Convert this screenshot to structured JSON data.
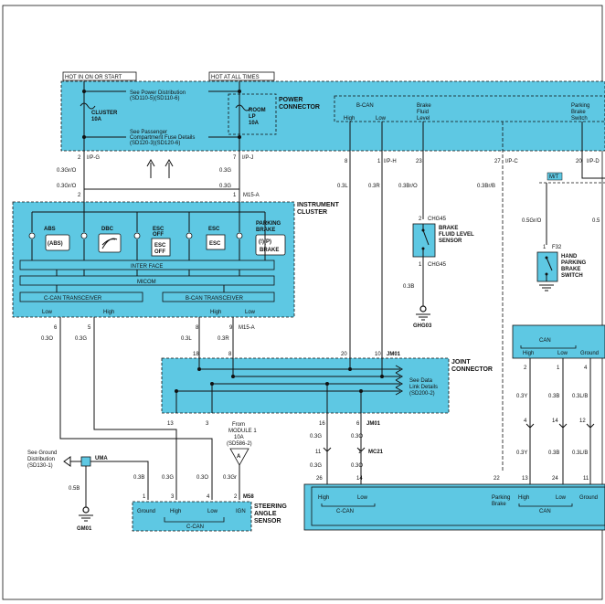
{
  "top_labels": {
    "hot_in_on_start": "HOT IN ON OR START",
    "hot_at_all_times": "HOT AT ALL TIMES"
  },
  "power_connector": {
    "title_line1": "POWER",
    "title_line2": "CONNECTOR",
    "cluster_fuse_line1": "CLUSTER",
    "cluster_fuse_line2": "10A",
    "room_lp_line1": "ROOM",
    "room_lp_line2": "LP",
    "room_lp_line3": "10A",
    "see_power_line1": "See Power Distribution",
    "see_power_line2": "(SD110-5)(SD110-6)",
    "see_pass_line1": "See Passenger",
    "see_pass_line2": "Compartment Fuse Details",
    "see_pass_line3": "(SD120-3)(SD120-6)",
    "bcan_label": "B-CAN",
    "high": "High",
    "low": "Low",
    "brake_fluid_line1": "Brake",
    "brake_fluid_line2": "Fluid",
    "brake_fluid_line3": "Level",
    "parking_line1": "Parking",
    "parking_line2": "Brake",
    "parking_line3": "Switch"
  },
  "pins": {
    "p2": "2",
    "ipg": "I/P-G",
    "p7": "7",
    "ipj": "I/P-J",
    "p8": "8",
    "p1": "1",
    "iph": "I/P-H",
    "p23": "23",
    "p27": "27",
    "ipc": "I/P-C",
    "p20": "20",
    "ipd": "I/P-D",
    "m15a": "M15-A",
    "p2b": "2",
    "p1b": "1"
  },
  "wires": {
    "g03grO_a": "0.3Gr/O",
    "g03g_a": "0.3G",
    "g03grO_b": "0.3Gr/O",
    "g03g_b": "0.3G",
    "w03l": "0.3L",
    "w03r": "0.3R",
    "w03brO": "0.3Br/O",
    "w03brB": "0.3Br/B",
    "w05grO": "0.5Gr/O",
    "w05": "0.5",
    "w03b_chg": "0.3B",
    "w03o_a": "0.3O",
    "w03g_c": "0.3G",
    "w03l_b": "0.3L",
    "w03r_b": "0.3R",
    "w03g_d": "0.3G",
    "w03o_b": "0.3O",
    "w03g_e": "0.3G",
    "w03o_c": "0.3O",
    "w05b": "0.5B",
    "w03b_s": "0.3B",
    "w03g_s": "0.3G",
    "w03o_s": "0.3O",
    "w03gr_s": "0.3Gr",
    "w03y_a": "0.3Y",
    "w03b_a": "0.3B",
    "w03lb_a": "0.3L/B",
    "w03y_b": "0.3Y",
    "w03b_b": "0.3B",
    "w03lb_b": "0.3L/B"
  },
  "cluster": {
    "title_line1": "INSTRUMENT",
    "title_line2": "CLUSTER",
    "abs": "ABS",
    "abs_icon": "(ABS)",
    "dbc": "DBC",
    "esc_off": "ESC",
    "esc_off2": "OFF",
    "esc_off_icon1": "ESC",
    "esc_off_icon2": "OFF",
    "esc": "ESC",
    "esc_icon": "ESC",
    "parking_brake1": "PARKING",
    "parking_brake2": "BRAKE",
    "brake_icon1": "(!)(P)",
    "brake_icon2": "BRAKE",
    "interface": "INTER FACE",
    "micom": "MICOM",
    "ccan": "C-CAN TRANSCEIVER",
    "bcan": "B-CAN TRANSCEIVER",
    "low": "Low",
    "high": "High",
    "high2": "High",
    "low2": "Low",
    "pin6": "6",
    "pin5": "5",
    "pin8": "8",
    "pin9": "9",
    "m15a": "M15-A"
  },
  "chg45": {
    "pin2": "2",
    "ref": "CHG45",
    "name1": "BRAKE",
    "name2": "FLUID LEVEL",
    "name3": "SENSOR",
    "pin1": "1",
    "ref2": "CHG45",
    "ground": "GHG03"
  },
  "mt": {
    "label": "M/T"
  },
  "f32": {
    "ref": "F32",
    "pin1": "1",
    "name1": "HAND",
    "name2": "PARKING",
    "name3": "BRAKE",
    "name4": "SWITCH"
  },
  "joint": {
    "title1": "JOINT",
    "title2": "CONNECTOR",
    "pin18": "18",
    "pin8": "8",
    "pin20": "20",
    "pin10": "10",
    "jm01": "JM01",
    "see1": "See Data",
    "see2": "Link Details",
    "see3": "(SD200-2)",
    "pin13": "13",
    "pin3": "3",
    "pin16": "16",
    "pin6": "6",
    "jm01b": "JM01"
  },
  "from_module": {
    "line1": "From",
    "line2": "MODULE 1",
    "line3": "10A",
    "line4": "(SD586-2)",
    "connector": "A"
  },
  "mc21": {
    "pin11": "11",
    "pin1": "1",
    "ref": "MC21",
    "pin26": "26",
    "pin14": "14"
  },
  "ground_ref": {
    "line1": "See Ground",
    "line2": "Distribution",
    "line3": "(SD130-1)",
    "splice": "UMA",
    "ground": "GM01"
  },
  "steering": {
    "pin1": "1",
    "pin3": "3",
    "pin4": "4",
    "pin2": "2",
    "ref": "M58",
    "name1": "STEERING",
    "name2": "ANGLE",
    "name3": "SENSOR",
    "ground": "Ground",
    "high": "High",
    "low": "Low",
    "ign": "IGN",
    "ccan": "C-CAN"
  },
  "right_can": {
    "can": "CAN",
    "high": "High",
    "low": "Low",
    "ground": "Ground",
    "pin2": "2",
    "pin1": "1",
    "pin4": "4",
    "pin4b": "4",
    "pin14": "14",
    "pin12": "12"
  },
  "bottom_module": {
    "high": "High",
    "low": "Low",
    "ccan": "C-CAN",
    "parking1": "Parking",
    "parking2": "Brake",
    "high2": "High",
    "low2": "Low",
    "can": "CAN",
    "ground": "Ground",
    "pin22": "22",
    "pin13": "13",
    "pin24": "24",
    "pin11": "11"
  }
}
